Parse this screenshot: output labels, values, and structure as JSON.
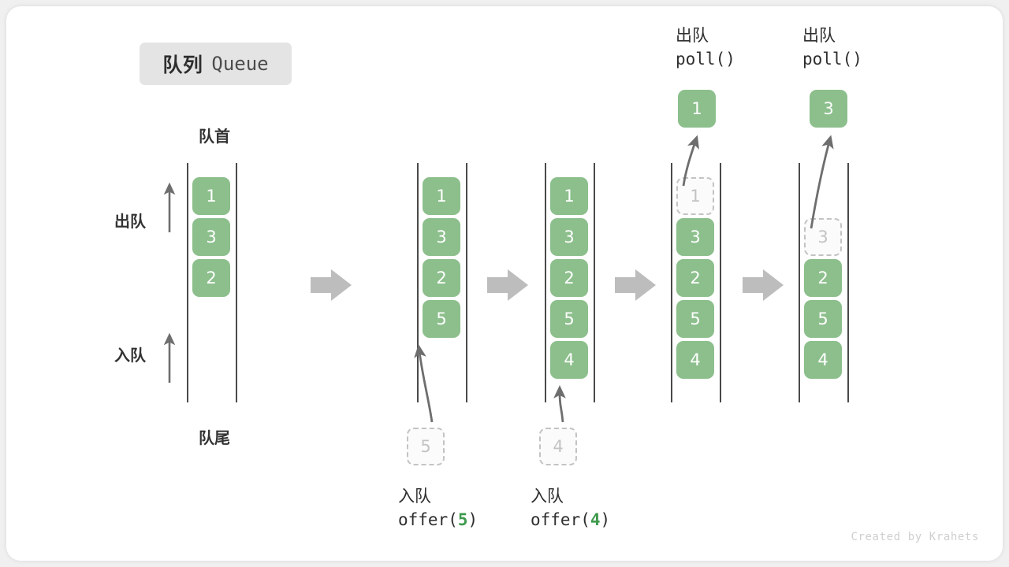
{
  "title": {
    "cn": "队列",
    "en": "Queue"
  },
  "labels": {
    "head": "队首",
    "tail": "队尾",
    "dequeue": "出队",
    "enqueue": "入队"
  },
  "watermark": "Created by Krahets",
  "colors": {
    "element_fill": "#8cbf8c",
    "element_text": "#ffffff",
    "ghost_stroke": "#c3c3c3",
    "ghost_text": "#c3c3c3",
    "rail": "#4a4a4a",
    "arrow": "#6e6e6e",
    "step_arrow": "#bdbdbd",
    "code_accent": "#3f9a4e",
    "badge_bg": "#e4e4e4",
    "card_bg": "#ffffff",
    "page_bg": "#f0f0f0"
  },
  "operations": {
    "offer_5": {
      "cn": "入队",
      "code_prefix": "offer(",
      "code_value": "5",
      "code_suffix": ")"
    },
    "offer_4": {
      "cn": "入队",
      "code_prefix": "offer(",
      "code_value": "4",
      "code_suffix": ")"
    },
    "poll_1": {
      "cn": "出队",
      "code": "poll()"
    },
    "poll_2": {
      "cn": "出队",
      "code": "poll()"
    }
  },
  "ghosts": {
    "offer_5_box": "5",
    "offer_4_box": "4",
    "poll_1_box": "1",
    "poll_2_box": "3"
  },
  "popped": {
    "first": "1",
    "second": "3"
  },
  "panels": [
    {
      "id": "panel-1",
      "elements": [
        "1",
        "3",
        "2"
      ]
    },
    {
      "id": "panel-2",
      "elements": [
        "1",
        "3",
        "2",
        "5"
      ]
    },
    {
      "id": "panel-3",
      "elements": [
        "1",
        "3",
        "2",
        "5",
        "4"
      ]
    },
    {
      "id": "panel-4",
      "elements": [
        "3",
        "2",
        "5",
        "4"
      ]
    },
    {
      "id": "panel-5",
      "elements": [
        "2",
        "5",
        "4"
      ]
    }
  ]
}
